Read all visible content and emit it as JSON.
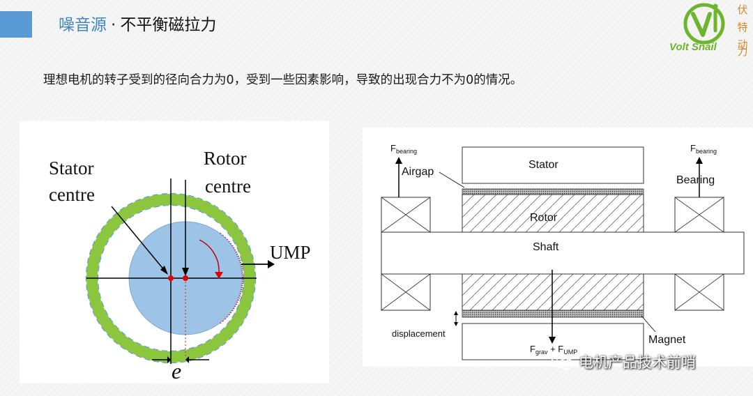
{
  "header": {
    "keyword": "噪音源",
    "separator": "·",
    "title": "不平衡磁拉力"
  },
  "logo": {
    "brand": "Volt Snail",
    "vertical": [
      "伏",
      "特",
      "动",
      "力"
    ],
    "icon": "vs-logo-icon"
  },
  "intro": "理想电机的转子受到的径向合力为0，受到一些因素影响，导致的出现合力不为0的情况。",
  "left_figure": {
    "stator_label_1": "Stator",
    "stator_label_2": "centre",
    "rotor_label_1": "Rotor",
    "rotor_label_2": "centre",
    "ump_label": "UMP",
    "e_label": "e"
  },
  "right_figure": {
    "stator": "Stator",
    "rotor": "Rotor",
    "shaft": "Shaft",
    "airgap": "Airgap",
    "bearing": "Bearing",
    "magnet": "Magnet",
    "displacement": "displacement",
    "f_left": "F",
    "f_left_sub": "bearing",
    "f_right": "F",
    "f_right_sub": "bearing",
    "f_grav": "F",
    "f_grav_sub": "grav",
    "f_plus": " + F",
    "f_ump_sub": "UMP"
  },
  "watermark": {
    "icon": "wechat-icon",
    "text": "电机产品技术前哨"
  },
  "colors": {
    "accent": "#5b9bd5",
    "title_keyword": "#3d86c6",
    "stator_ring": "#8cc63f",
    "rotor_fill": "#9dc3e6",
    "ump_hatch": "#c00000",
    "logo_green": "#6cb52d",
    "logo_orange": "#d8862a"
  }
}
